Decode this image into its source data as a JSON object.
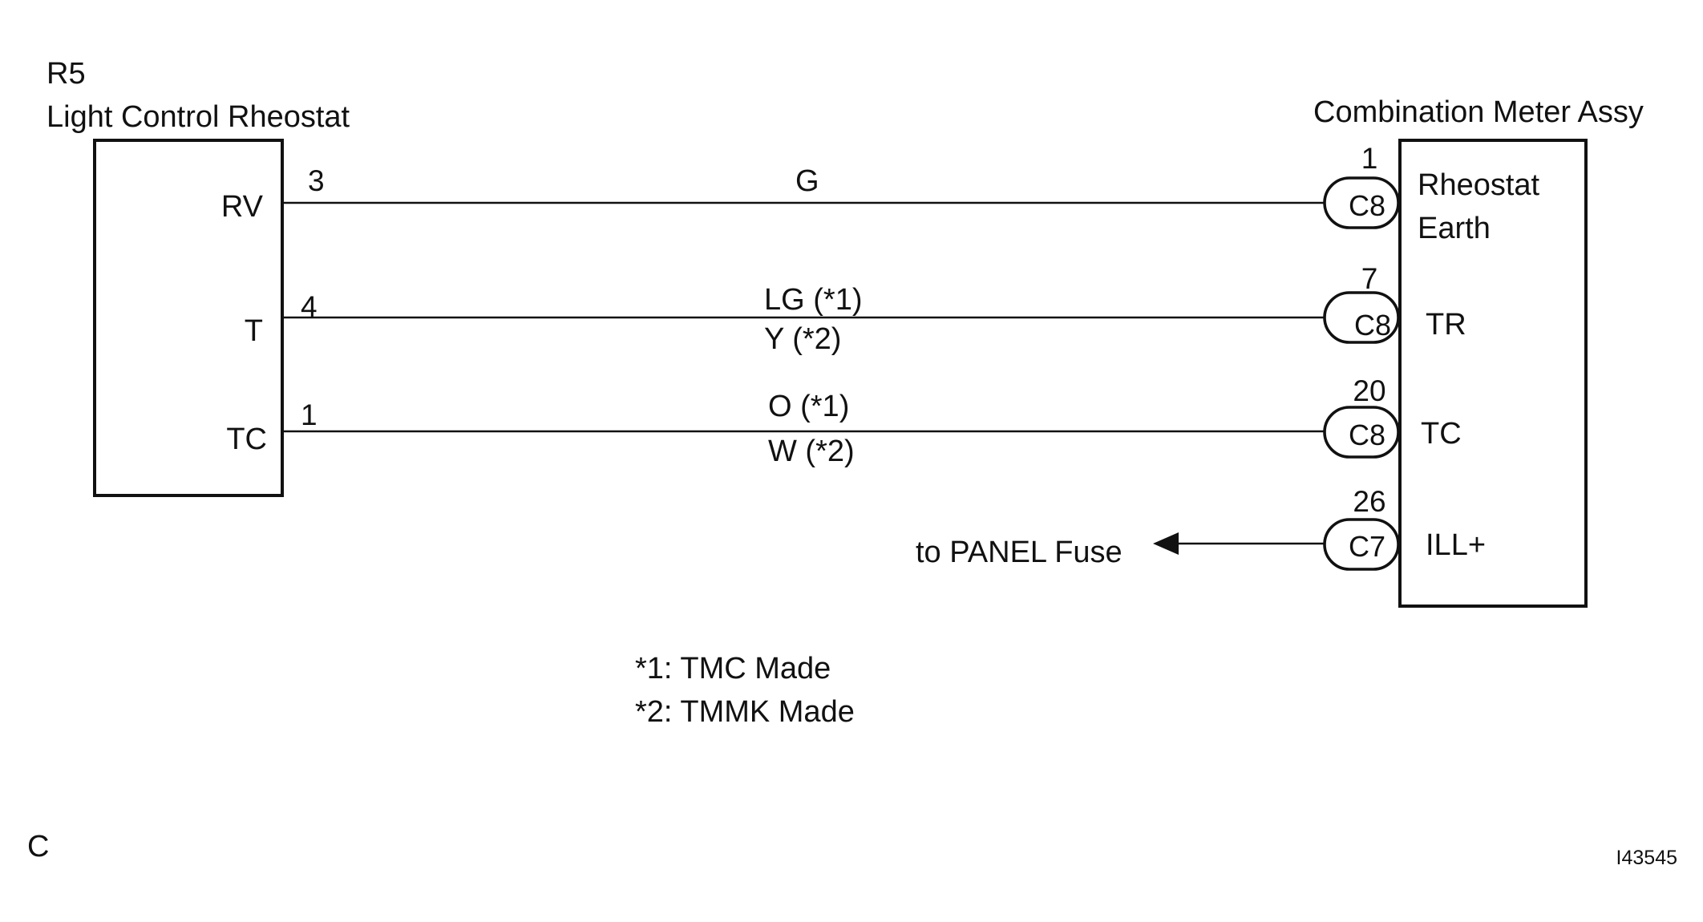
{
  "left_component": {
    "code": "R5",
    "name": "Light Control Rheostat",
    "terminals": [
      "RV",
      "T",
      "TC"
    ]
  },
  "right_component": {
    "name": "Combination Meter Assy",
    "terminal_labels": {
      "rheostat_earth_line1": "Rheostat",
      "rheostat_earth_line2": "Earth",
      "tr": "TR",
      "tc": "TC",
      "ill": "ILL+"
    }
  },
  "wires": [
    {
      "left_pin": "3",
      "color_label_1": "G",
      "color_label_2": "",
      "connector": "C8",
      "right_pin": "1"
    },
    {
      "left_pin": "4",
      "color_label_1": "LG (*1)",
      "color_label_2": "Y (*2)",
      "connector": "C8",
      "right_pin": "7"
    },
    {
      "left_pin": "1",
      "color_label_1": "O (*1)",
      "color_label_2": "W (*2)",
      "connector": "C8",
      "right_pin": "20"
    }
  ],
  "fuse_connection": {
    "label": "to PANEL Fuse",
    "connector": "C7",
    "right_pin": "26"
  },
  "notes": [
    "*1: TMC Made",
    "*2: TMMK Made"
  ],
  "corner_letter": "C",
  "figure_id": "I43545"
}
